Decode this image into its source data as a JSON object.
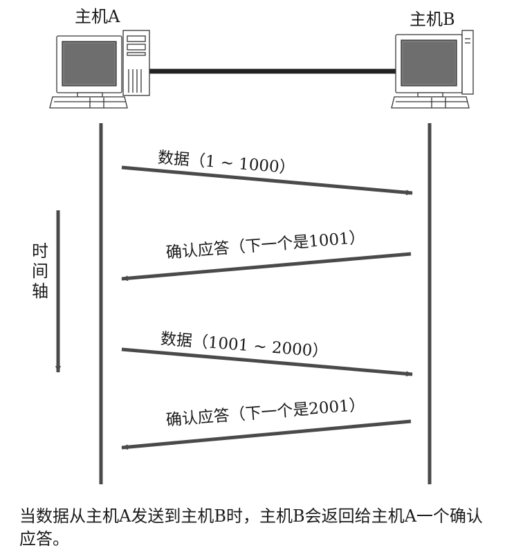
{
  "hosts": {
    "a": {
      "label": "主机A"
    },
    "b": {
      "label": "主机B"
    }
  },
  "timeline": {
    "label_chars": [
      "时",
      "间",
      "轴"
    ]
  },
  "messages": [
    {
      "direction": "A→B",
      "label": "数据（1 ~ 1000）"
    },
    {
      "direction": "B→A",
      "label": "确认应答（下一个是1001）"
    },
    {
      "direction": "A→B",
      "label": "数据（1001 ~ 2000）"
    },
    {
      "direction": "B→A",
      "label": "确认应答（下一个是2001）"
    }
  ],
  "caption": "当数据从主机A发送到主机B时，主机B会返回给主机A一个确认应答。",
  "colors": {
    "line": "#4a4a4a",
    "screen": "#7a7a7a",
    "ink": "#1a1a1a"
  },
  "icons": {
    "host_a": "desktop-tower-computer-icon",
    "host_b": "desktop-monitor-computer-icon"
  }
}
